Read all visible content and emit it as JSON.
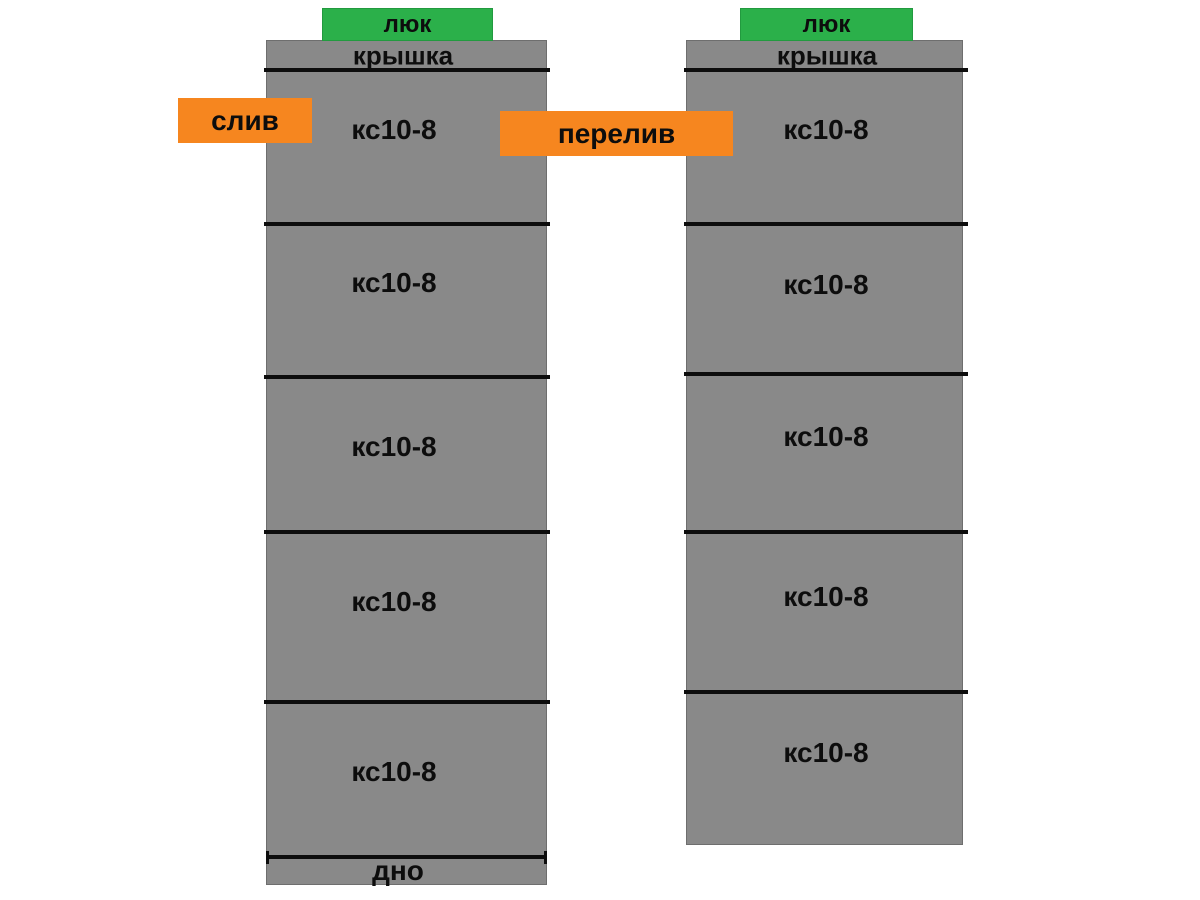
{
  "diagram": {
    "title": "two-chamber septic tank of concrete rings",
    "colors": {
      "ring_gray": "#898989",
      "hatch_green": "#2bb04a",
      "pipe_orange": "#f6861f",
      "joint_black": "#0d0d0d",
      "background": "#ffffff"
    },
    "left_tank": {
      "hatch_label": "люк",
      "cover_label": "крышка",
      "rings": [
        "кс10-8",
        "кс10-8",
        "кс10-8",
        "кс10-8",
        "кс10-8"
      ],
      "bottom_label": "дно"
    },
    "right_tank": {
      "hatch_label": "люк",
      "cover_label": "крышка",
      "rings": [
        "кс10-8",
        "кс10-8",
        "кс10-8",
        "кс10-8",
        "кс10-8"
      ]
    },
    "drain_label": "слив",
    "overflow_label": "перелив"
  }
}
